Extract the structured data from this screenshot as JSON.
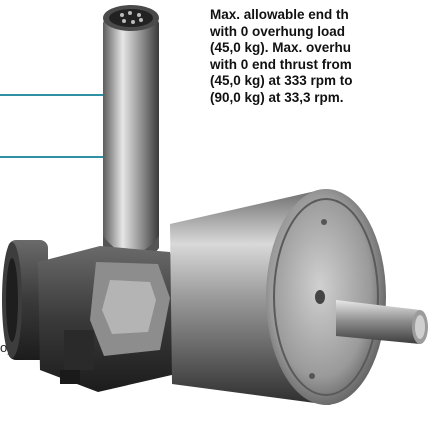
{
  "caption": {
    "lines": [
      "Max. allowable end th",
      "with 0 overhung load",
      "(45,0 kg). Max. overhu",
      "with 0 end thrust from",
      "(45,0 kg) at 333 rpm to",
      "(90,0 kg) at 33,3 rpm."
    ]
  },
  "side_fragment": "o)",
  "colors": {
    "rule": "#2f8fa3",
    "text": "#111111"
  },
  "photo": {
    "subject": "air motor with lubricator"
  }
}
